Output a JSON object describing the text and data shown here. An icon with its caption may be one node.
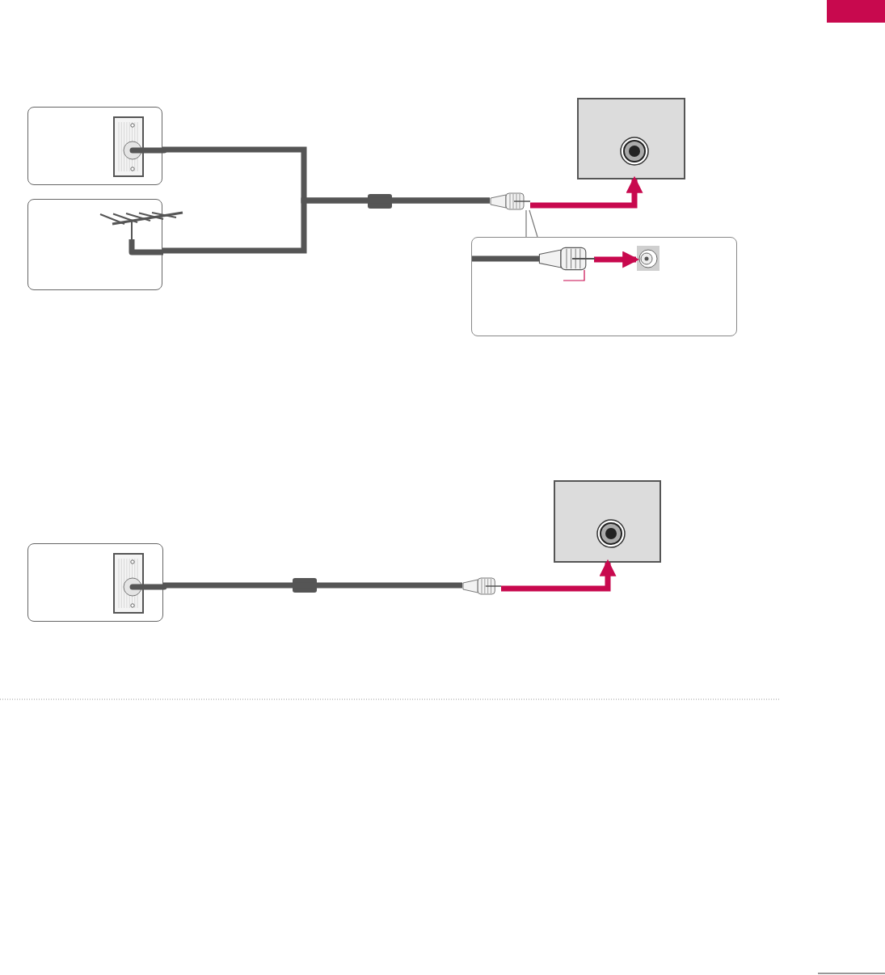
{
  "diagram": {
    "nodes": [
      {
        "text": [],
        "shape": "box"
      },
      {
        "text": [],
        "shape": "box"
      },
      {
        "text": [],
        "shape": "plug"
      },
      {
        "text": [],
        "shape": "box"
      },
      {
        "text": [],
        "shape": "box"
      },
      {
        "text": [],
        "shape": "plug",
        "in": 4
      },
      {
        "text": [],
        "shape": "jack",
        "in": 4
      },
      {
        "text": [],
        "shape": "box"
      },
      {
        "text": [],
        "shape": "plug"
      },
      {
        "text": [],
        "shape": "box"
      }
    ],
    "edges": [
      {
        "from": 0,
        "to": 2,
        "arrow": "none",
        "color": "#555555"
      },
      {
        "from": 1,
        "to": 2,
        "arrow": "none",
        "color": "#555555"
      },
      {
        "from": 2,
        "to": 3,
        "arrow": "to",
        "color": "#c8094e"
      },
      {
        "from": 2,
        "to": 4,
        "arrow": "none",
        "color": "#777777"
      },
      {
        "from": 5,
        "to": 6,
        "arrow": "to",
        "color": "#c8094e"
      },
      {
        "from": null,
        "to": 5,
        "arrow": "none",
        "color": "#c8094e"
      },
      {
        "from": 7,
        "to": 8,
        "arrow": "none",
        "color": "#555555"
      },
      {
        "from": 8,
        "to": 9,
        "arrow": "to",
        "color": "#c8094e"
      }
    ]
  }
}
